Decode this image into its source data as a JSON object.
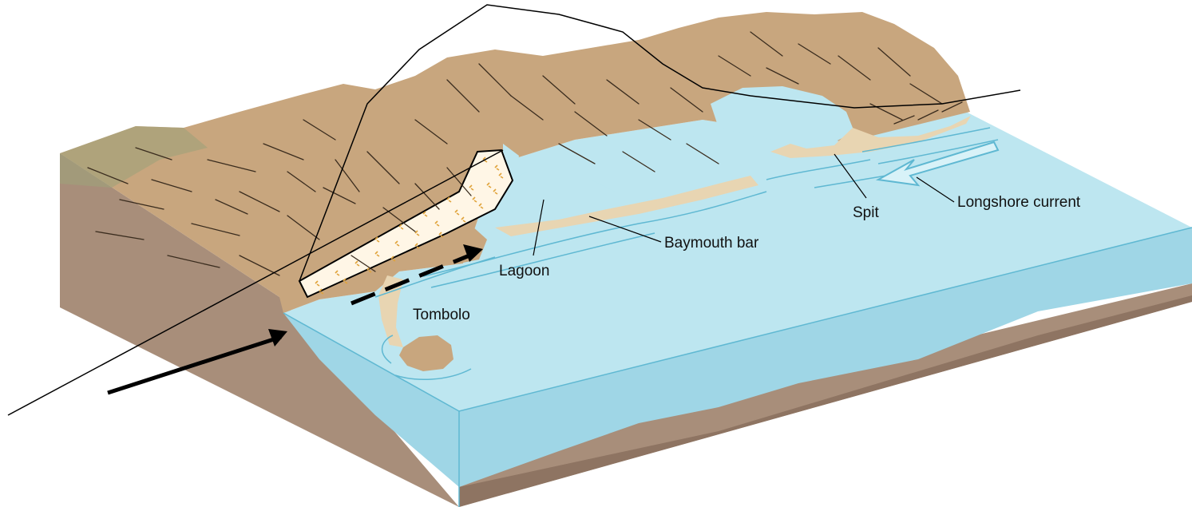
{
  "diagram": {
    "labels": {
      "longshore_current": "Longshore current",
      "spit": "Spit",
      "baymouth_bar": "Baymouth bar",
      "lagoon": "Lagoon",
      "tombolo": "Tombolo"
    },
    "colors": {
      "land": "#C8A67E",
      "land_dark": "#A9865E",
      "land_green": "#9EA27A",
      "hatch": "#3a2c1e",
      "water_top": "#BDE6F0",
      "water_side": "#9FD6E6",
      "water_line": "#5FB8D2",
      "earth_side": "#A88E7A",
      "earth_dark": "#8E7462",
      "sand": "#E8D5B2",
      "dotted_fill": "#FFF6E6",
      "dot": "#E0A33A"
    },
    "icons": [
      "incoming-arrow-icon",
      "dashed-arrow-icon",
      "longshore-arrow-icon"
    ]
  }
}
